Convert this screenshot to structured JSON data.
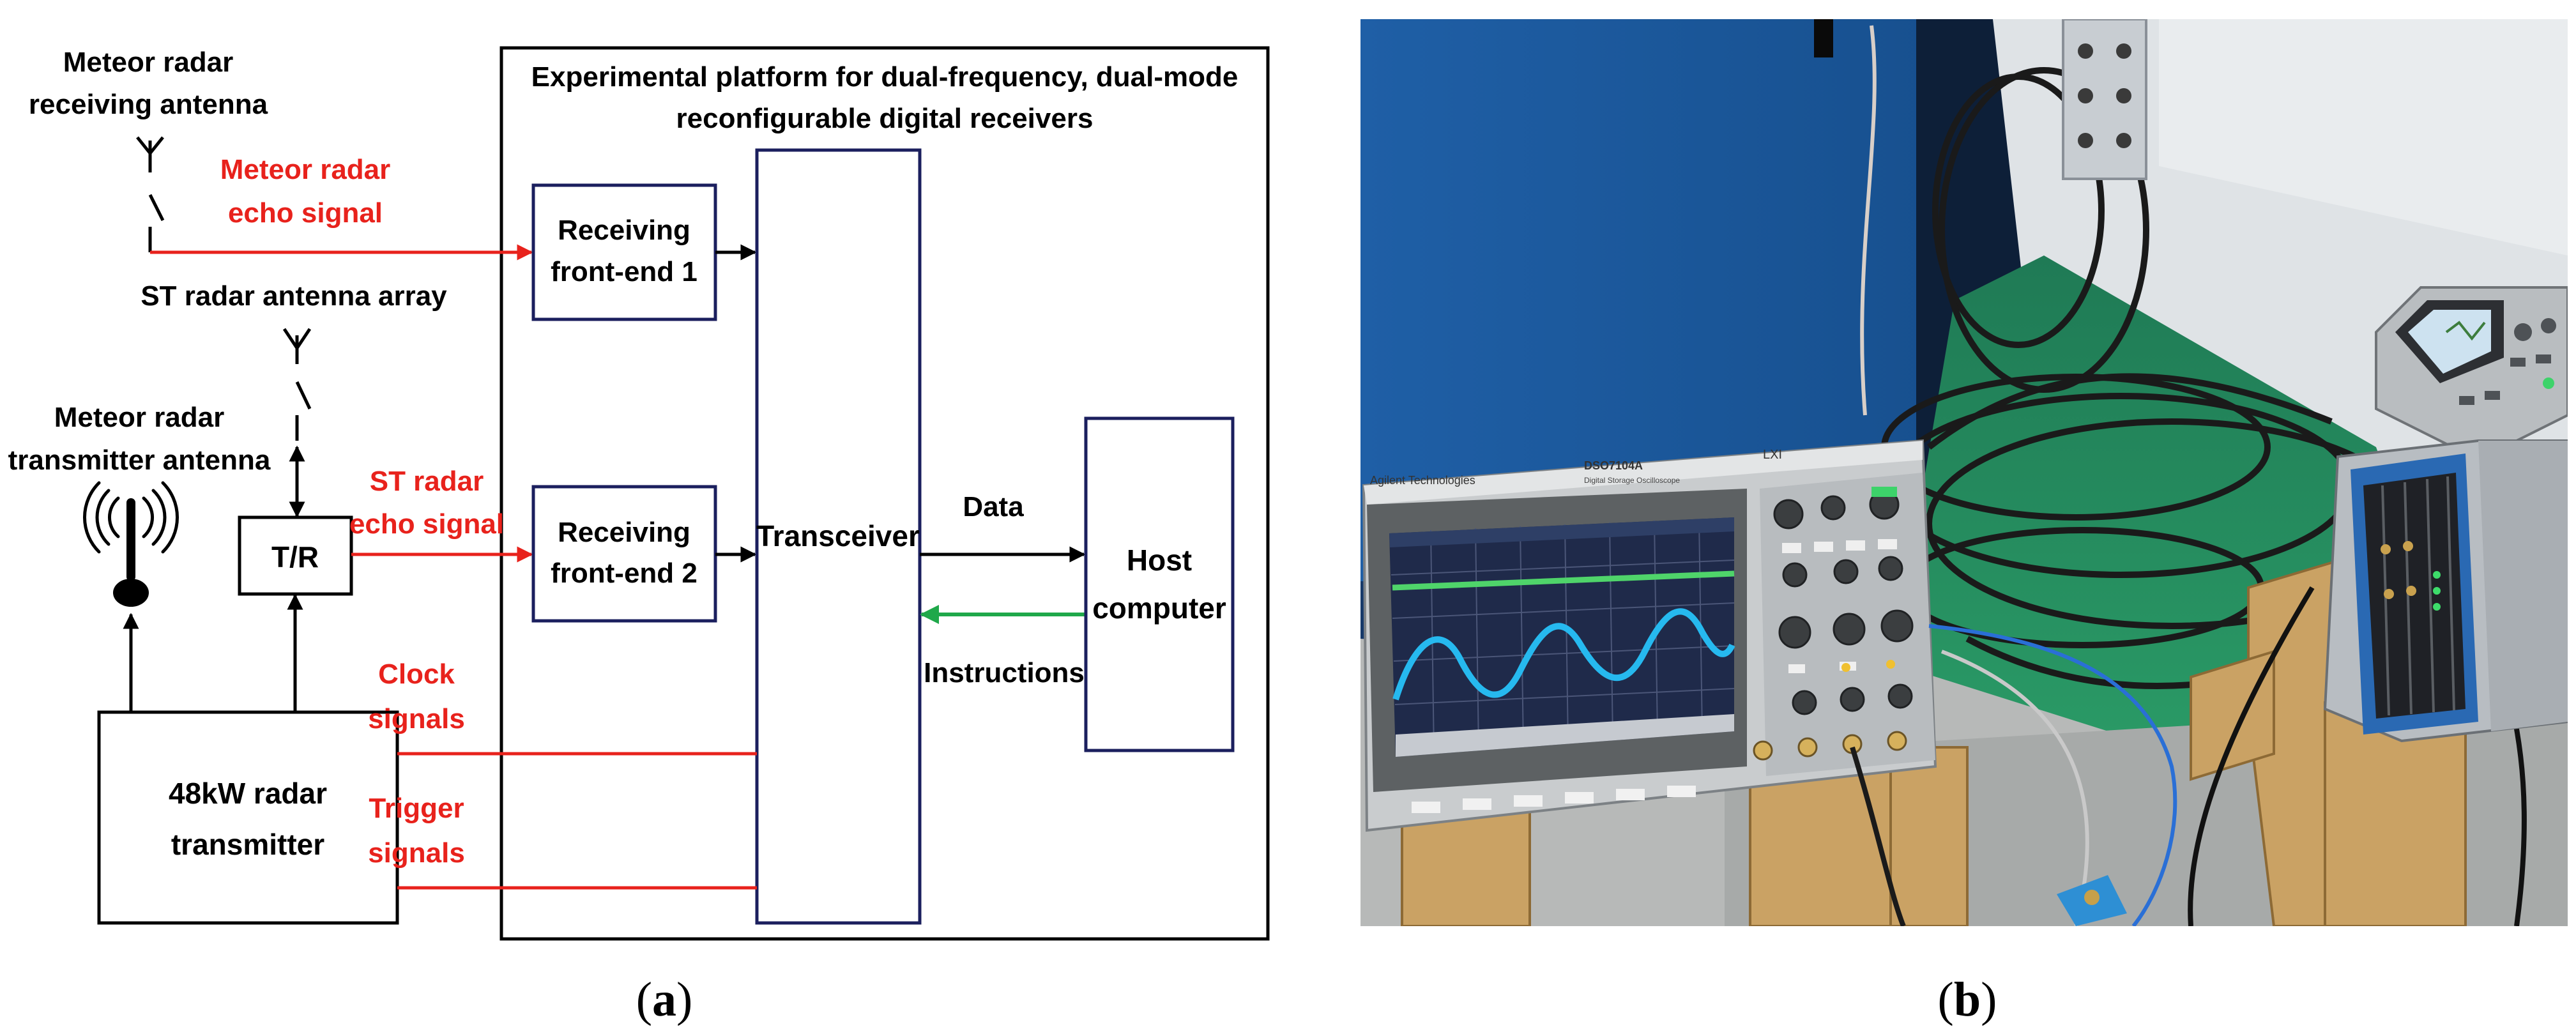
{
  "diagram": {
    "platform_title_line1": "Experimental platform for dual-frequency, dual-mode",
    "platform_title_line2": "reconfigurable digital receivers",
    "meteor_rx_antenna_line1": "Meteor radar",
    "meteor_rx_antenna_line2": "receiving antenna",
    "meteor_echo_line1": "Meteor radar",
    "meteor_echo_line2": "echo signal",
    "st_array_label": "ST radar antenna array",
    "meteor_tx_antenna_line1": "Meteor radar",
    "meteor_tx_antenna_line2": "transmitter antenna",
    "tr_label": "T/R",
    "st_echo_line1": "ST radar",
    "st_echo_line2": "echo signal",
    "clock_line1": "Clock",
    "clock_line2": "signals",
    "trigger_line1": "Trigger",
    "trigger_line2": "signals",
    "transmitter_line1": "48kW radar",
    "transmitter_line2": "transmitter",
    "frontend1_line1": "Receiving",
    "frontend1_line2": "front-end 1",
    "frontend2_line1": "Receiving",
    "frontend2_line2": "front-end 2",
    "transceiver_label": "Transceiver",
    "data_label": "Data",
    "instructions_label": "Instructions",
    "host_line1": "Host",
    "host_line2": "computer",
    "caption_a_open": "(",
    "caption_a_letter": "a",
    "caption_a_close": ")",
    "colors": {
      "signal": "#e8221c",
      "feedback": "#1fa84a",
      "box": "#1b1f5e",
      "line": "#000000"
    }
  },
  "photo": {
    "caption_b_open": "(",
    "caption_b_letter": "b",
    "caption_b_close": ")",
    "scope_brand": "Agilent Technologies",
    "scope_model": "DSO7104A",
    "scope_model_detail": "Digital Storage Oscilloscope",
    "scope_badge": "LXI"
  }
}
